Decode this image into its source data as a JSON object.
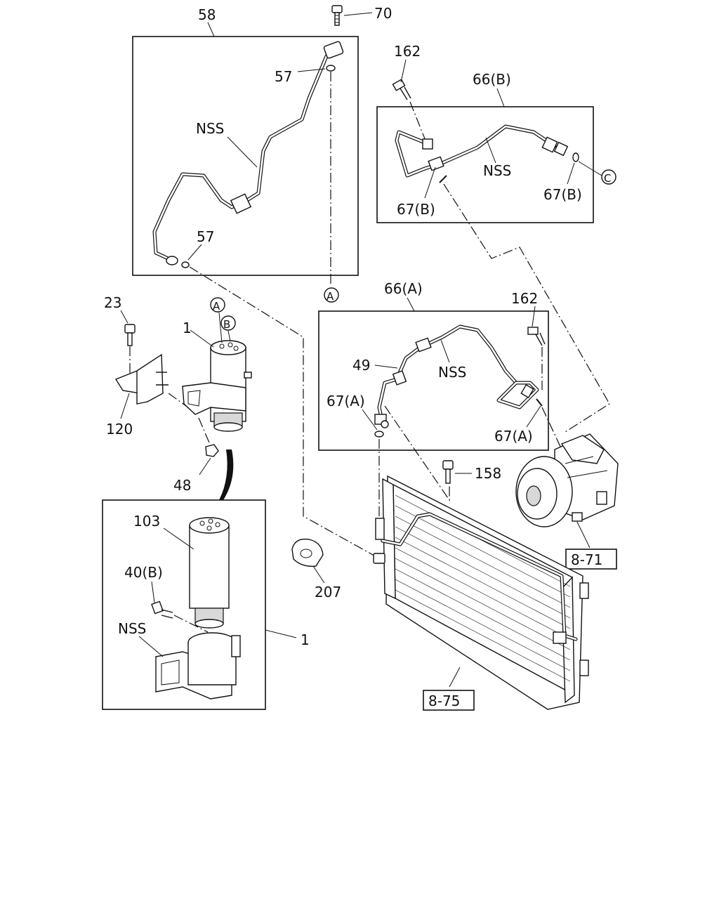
{
  "labels": {
    "p58": "58",
    "p70": "70",
    "p57_top": "57",
    "p57_bot": "57",
    "nss_58": "NSS",
    "p162_top": "162",
    "p66b": "66(B)",
    "nss_66b": "NSS",
    "p67b_left": "67(B)",
    "p67b_right": "67(B)",
    "circ_c": "C",
    "circ_a_bottom": "A",
    "p23": "23",
    "p1_top": "1",
    "circ_a_recv": "A",
    "circ_b_recv": "B",
    "p120": "120",
    "p48": "48",
    "p66a": "66(A)",
    "p162_mid": "162",
    "p49": "49",
    "nss_66a": "NSS",
    "p67a_left": "67(A)",
    "p67a_right": "67(A)",
    "p158": "158",
    "ref_871": "8-71",
    "p207": "207",
    "p103": "103",
    "p40b": "40(B)",
    "nss_recv": "NSS",
    "p1_side": "1",
    "ref_875": "8-75"
  }
}
